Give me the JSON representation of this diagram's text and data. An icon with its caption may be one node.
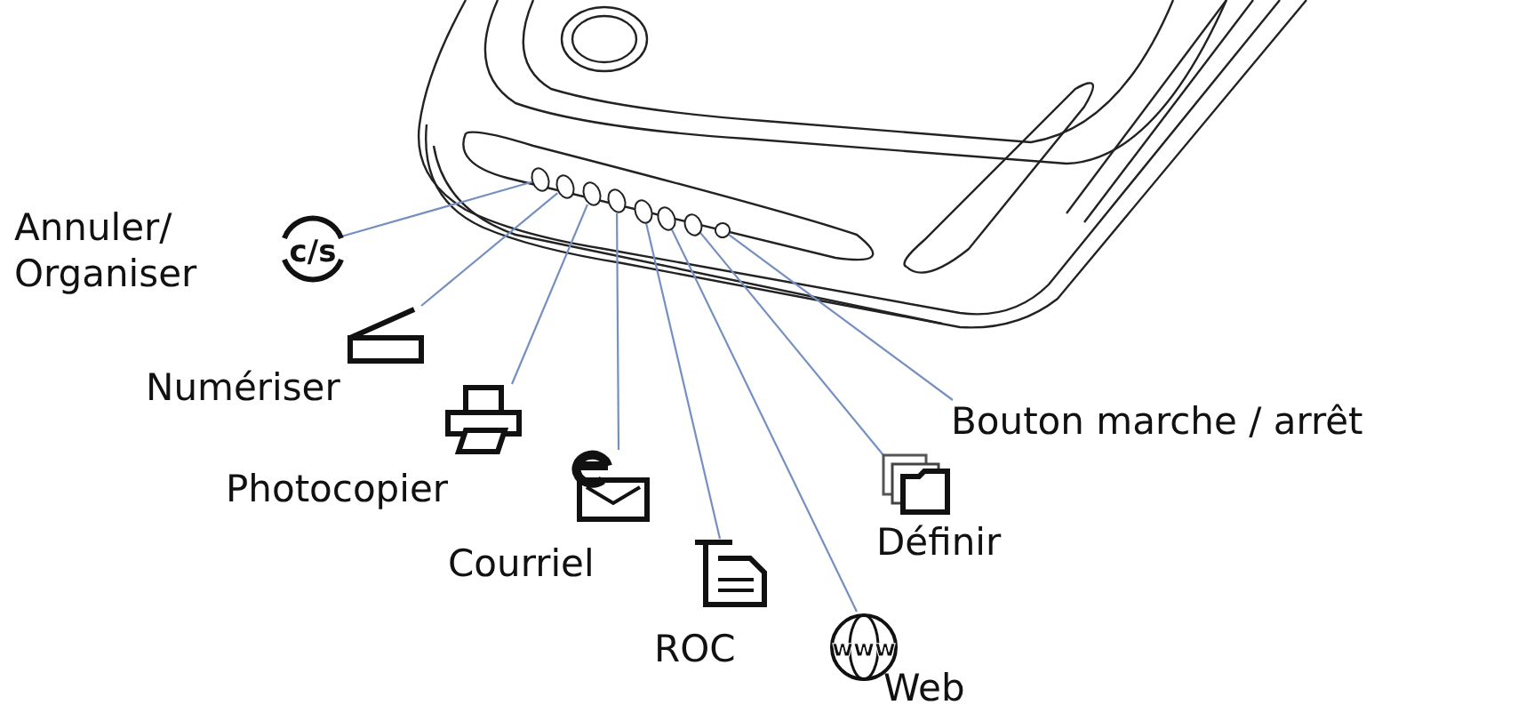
{
  "diagram": {
    "nodes": [
      {
        "text": [],
        "shape": "circle"
      },
      {
        "text": [],
        "shape": "circle"
      },
      {
        "text": [],
        "shape": "circle"
      },
      {
        "text": [],
        "shape": "circle"
      },
      {
        "text": [],
        "shape": "circle"
      },
      {
        "text": [],
        "shape": "circle"
      },
      {
        "text": [],
        "shape": "circle"
      },
      {
        "text": [],
        "shape": "circle"
      },
      {
        "text": [
          "Annuler/ Organiser",
          "c/s"
        ]
      },
      {
        "text": [
          "Numériser"
        ]
      },
      {
        "text": [
          "Photocopier"
        ]
      },
      {
        "text": [
          "Courriel"
        ]
      },
      {
        "text": [
          "ROC"
        ]
      },
      {
        "text": [
          "www",
          "Web"
        ]
      },
      {
        "text": [
          "Définir"
        ]
      },
      {
        "text": [
          "Bouton marche / arrêt"
        ]
      }
    ],
    "edges": [
      {
        "from": 8,
        "to": 0,
        "arrow": "none"
      },
      {
        "from": 9,
        "to": 1,
        "arrow": "none"
      },
      {
        "from": 10,
        "to": 2,
        "arrow": "none"
      },
      {
        "from": 11,
        "to": 3,
        "arrow": "none"
      },
      {
        "from": 12,
        "to": 4,
        "arrow": "none"
      },
      {
        "from": 13,
        "to": 5,
        "arrow": "none"
      },
      {
        "from": 14,
        "to": 6,
        "arrow": "none"
      },
      {
        "from": 15,
        "to": 7,
        "arrow": "none"
      }
    ]
  }
}
